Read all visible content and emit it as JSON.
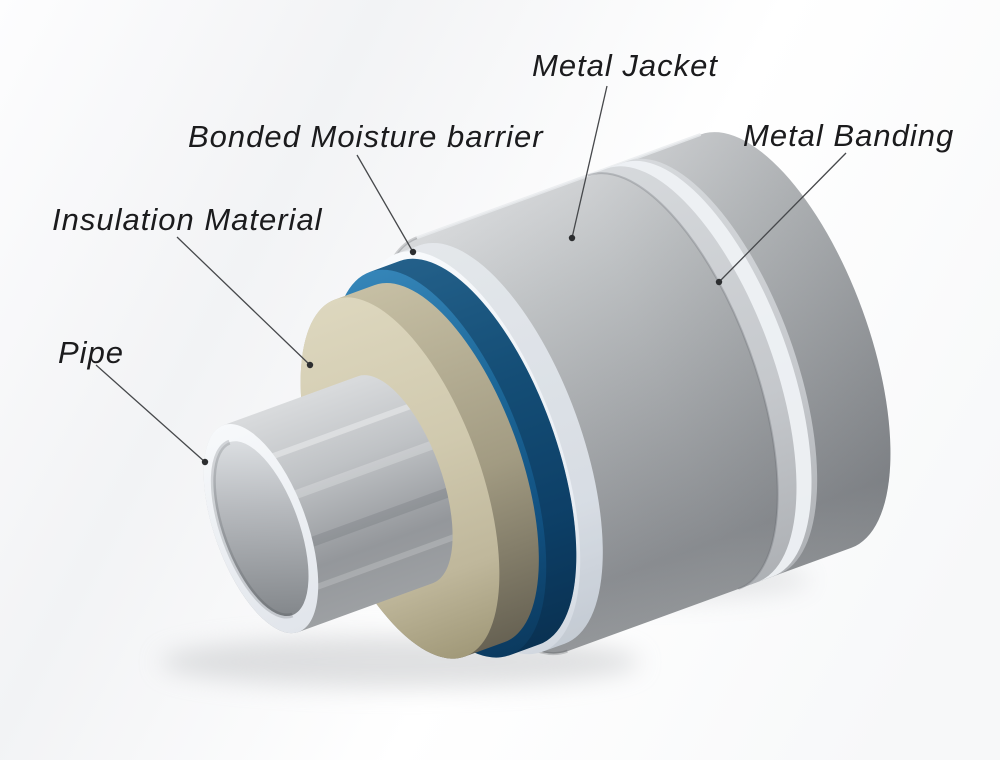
{
  "diagram": {
    "type": "cutaway-diagram",
    "subject": "Insulated pipe system layers",
    "labels": [
      {
        "id": "pipe",
        "text": "Pipe"
      },
      {
        "id": "insulation",
        "text": "Insulation Material"
      },
      {
        "id": "moisture-barrier",
        "text": "Bonded Moisture barrier"
      },
      {
        "id": "metal-jacket",
        "text": "Metal Jacket"
      },
      {
        "id": "metal-banding",
        "text": "Metal Banding"
      }
    ],
    "layers": [
      {
        "name": "Pipe",
        "color": "#bcbfc2"
      },
      {
        "name": "Insulation Material",
        "color": "#d0c9ae"
      },
      {
        "name": "Bonded Moisture barrier",
        "color": "#15568a"
      },
      {
        "name": "Metal Jacket",
        "color": "#a8abae"
      },
      {
        "name": "Metal Banding",
        "color": "#d6d9dc"
      }
    ],
    "text_color": "#1b1b1d",
    "background_color": "#ffffff"
  }
}
